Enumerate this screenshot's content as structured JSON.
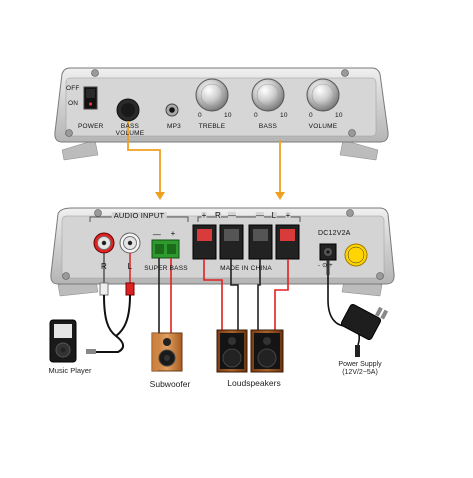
{
  "front_panel": {
    "switch_off": "OFF",
    "switch_on": "ON",
    "power": "POWER",
    "bass_volume_line1": "BASS",
    "bass_volume_line2": "VOLUME",
    "mp3": "MP3",
    "treble": "TREBLE",
    "bass": "BASS",
    "volume": "VOLUME",
    "knob_min": "0",
    "knob_max": "10"
  },
  "rear_panel": {
    "audio_input": "AUDIO INPUT",
    "rca_right": "R",
    "rca_left": "L",
    "super_bass": "SUPER BASS",
    "sub_minus": "—",
    "sub_plus": "+",
    "speaker_signs": [
      "+",
      "R",
      "—",
      "—",
      "L",
      "+"
    ],
    "made_in_china": "MADE IN CHINA",
    "dc_spec": "DC12V2A",
    "dc_polarity": "- ⊙ +"
  },
  "devices": {
    "music_player": "Music Player",
    "subwoofer": "Subwoofer",
    "loudspeakers": "Loudspeakers",
    "power_supply_line1": "Power Supply",
    "power_supply_line2": "(12V/2~5A)"
  },
  "colors": {
    "orange_wire": "#f0a020",
    "red_wire": "#e02020",
    "chassis": "#c8c8c8",
    "panel": "#d2d2d2"
  }
}
